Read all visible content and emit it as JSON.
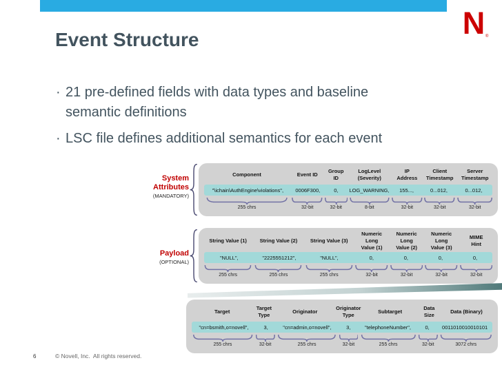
{
  "header": {
    "title": "Event Structure",
    "logo_letter": "N",
    "logo_reg": "®"
  },
  "bullets": [
    "21 pre-defined fields with data types and baseline\nsemantic definitions",
    "LSC file defines additional semantics for each event"
  ],
  "diagram": {
    "tables": [
      {
        "label": "System\nAttributes",
        "sublabel": "(MANDATORY)",
        "columns": [
          {
            "header": "Component",
            "value": "\"\\ichain\\AuthEngine\\violations\",",
            "size": "255 chrs"
          },
          {
            "header": "Event ID",
            "value": "0006F300,",
            "size": "32-bit"
          },
          {
            "header": "Group\nID",
            "value": "0,",
            "size": "32-bit"
          },
          {
            "header": "LogLevel\n(Severity)",
            "value": "LOG_WARNING,",
            "size": "8-bit"
          },
          {
            "header": "IP\nAddress",
            "value": "155...,",
            "size": "32-bit"
          },
          {
            "header": "Client\nTimestamp",
            "value": "0...012,",
            "size": "32-bit"
          },
          {
            "header": "Server\nTimestamp",
            "value": "0...012,",
            "size": "32-bit"
          }
        ]
      },
      {
        "label": "Payload",
        "sublabel": "(OPTIONAL)",
        "columns": [
          {
            "header": "String Value (1)",
            "value": "\"NULL\",",
            "size": "255 chrs"
          },
          {
            "header": "String Value (2)",
            "value": "\"2225551212\",",
            "size": "255 chrs"
          },
          {
            "header": "String Value (3)",
            "value": "\"NULL\",",
            "size": "255 chrs"
          },
          {
            "header": "Numeric\nLong\nValue (1)",
            "value": "0,",
            "size": "32-bit"
          },
          {
            "header": "Numeric\nLong\nValue (2)",
            "value": "0,",
            "size": "32-bit"
          },
          {
            "header": "Numeric\nLong\nValue (3)",
            "value": "0,",
            "size": "32-bit"
          },
          {
            "header": "MIME\nHint",
            "value": "0,",
            "size": "32-bit"
          }
        ]
      },
      {
        "label": "",
        "sublabel": "",
        "columns": [
          {
            "header": "Target",
            "value": "\"cn=bsmith,o=novell\",",
            "size": "255 chrs"
          },
          {
            "header": "Target\nType",
            "value": "3,",
            "size": "32-bit"
          },
          {
            "header": "Originator",
            "value": "\"cn=admin,o=novell\",",
            "size": "255 chrs"
          },
          {
            "header": "Originator\nType",
            "value": "3,",
            "size": "32-bit"
          },
          {
            "header": "Subtarget",
            "value": "\"telephoneNumber\",",
            "size": "255 chrs"
          },
          {
            "header": "Data\nSize",
            "value": "0,",
            "size": "32-bit"
          },
          {
            "header": "Data (Binary)",
            "value": "0011010010010101",
            "size": "3072 chrs"
          }
        ]
      }
    ]
  },
  "footer": {
    "page_number": "6",
    "copyright": "© Novell, Inc.  All rights reserved."
  },
  "colors": {
    "bar_blue": "#29ABE2",
    "novell_red": "#CC0000",
    "label_red": "#C00000",
    "text_slate": "#42535E",
    "table_gray": "#D2D2D2",
    "value_teal": "#A2D9D9",
    "brace_purple": "#7171A5"
  }
}
